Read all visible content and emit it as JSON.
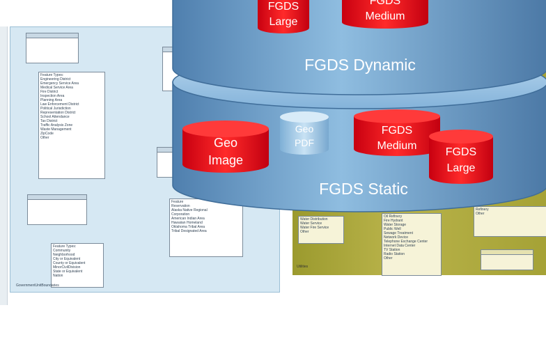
{
  "top_cylinder": {
    "label": "FGDS Dynamic",
    "items": [
      {
        "label": "FGDS Large"
      },
      {
        "label": "FGDS Medium"
      }
    ]
  },
  "bottom_cylinder": {
    "label": "FGDS Static",
    "items": [
      {
        "label": "Geo Image"
      },
      {
        "label": "Geo PDF"
      },
      {
        "label": "FGDS Medium"
      },
      {
        "label": "FGDS Large"
      }
    ]
  },
  "background": {
    "feature_types_1": [
      "Feature Types:",
      "Engineering District",
      "Emergency Service Area",
      "Medical Service Area",
      "Fire District",
      "Inspection Area",
      "Planning Area",
      "Law Enforcement District",
      "Political Jurisdiction",
      "Representation District",
      "School Attendance",
      "Tax District",
      "Traffic Analysis Zone",
      "Waste Management",
      "ZipCode",
      "Other"
    ],
    "feature_types_2": [
      "Feature Types:",
      "Community",
      "Neighborhood",
      "City or Equivalent",
      "County or Equivalent",
      "MinorCivilDivision",
      "State or Equivalent",
      "Nation"
    ],
    "feature_types_3": [
      "Feature",
      "Reservation",
      "Alaska Native Regional",
      "Corporation",
      "American Indian Area",
      "Hawaiian Homeland",
      "Oklahoma Tribal Area",
      "Tribal Designated Area"
    ],
    "utilities_1": [
      "Water Distribution",
      "Water Service",
      "Water Fire Service",
      "Other"
    ],
    "utilities_2": [
      "Oil Refinery",
      "Fire Hydrant",
      "Water Storage",
      "Public Well",
      "Sewage Treatment",
      "Network Device",
      "Telephone Exchange Center",
      "Internet Data Center",
      "TV Station",
      "Radio Station",
      "Other"
    ],
    "utilities_3": [
      "Refinery",
      "Other"
    ],
    "footer_label": "GovernmentUnitBoundaries",
    "right_caption": "Utilities"
  },
  "colors": {
    "red_cylinder": "#e8101a",
    "blue_cylinder": "#6e9ec5",
    "panel_blue": "#d6e8f3",
    "panel_olive": "#a8a63a"
  }
}
